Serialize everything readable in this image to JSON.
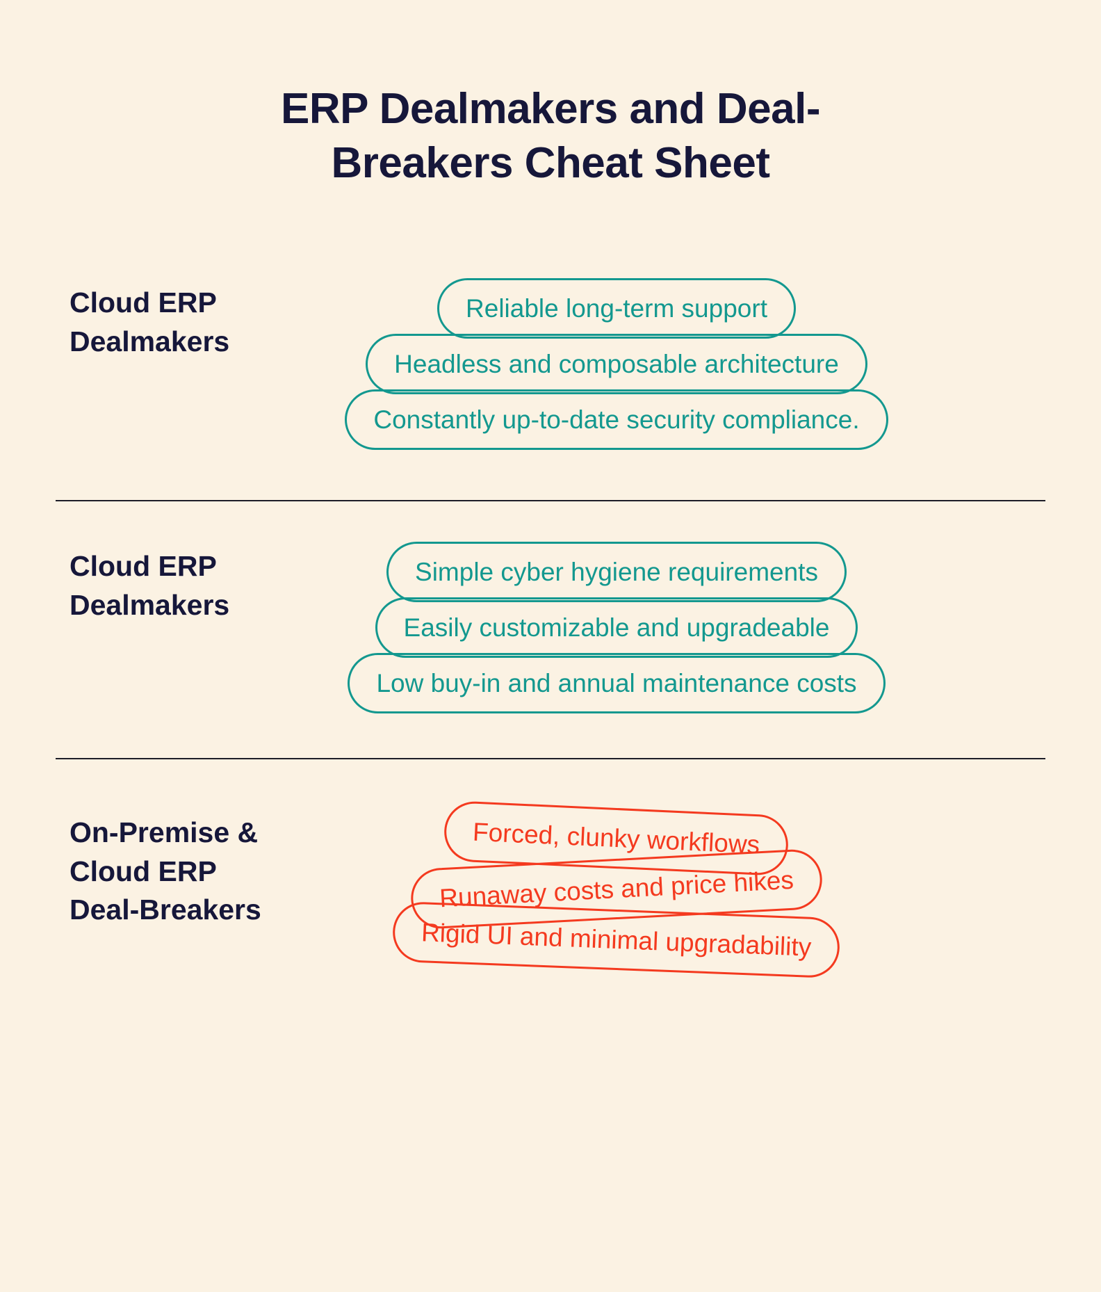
{
  "title": {
    "line1": "ERP Dealmakers and Deal-",
    "line2": "Breakers Cheat Sheet"
  },
  "sections": [
    {
      "label": "Cloud ERP\nDealmakers",
      "theme": "teal",
      "pills": [
        "Reliable long-term support",
        "Headless and composable architecture",
        "Constantly up-to-date security compliance."
      ]
    },
    {
      "label": "Cloud ERP\nDealmakers",
      "theme": "teal",
      "pills": [
        "Simple cyber hygiene requirements",
        "Easily customizable and upgradeable",
        "Low buy-in and annual maintenance costs"
      ]
    },
    {
      "label": "On-Premise &\nCloud ERP\nDeal-Breakers",
      "theme": "red",
      "pills": [
        "Forced, clunky workflows",
        "Runaway costs and price hikes",
        "Rigid UI and minimal upgradability"
      ]
    }
  ],
  "colors": {
    "background": "#fbf2e3",
    "teal": "#13988f",
    "red": "#f43a1f",
    "dark_navy": "#16173a"
  }
}
